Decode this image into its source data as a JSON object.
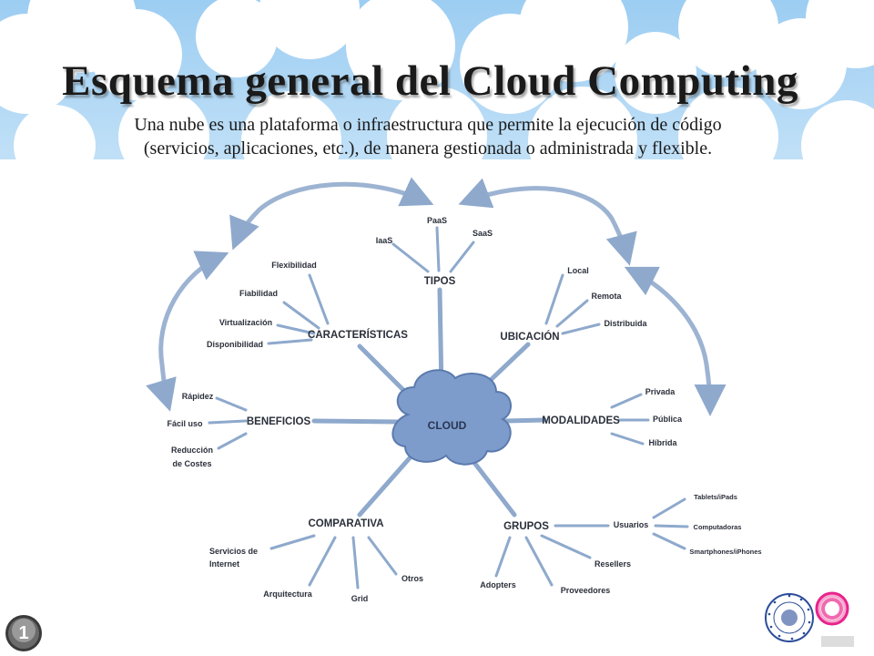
{
  "title": "Esquema general del Cloud Computing",
  "subtitle_line1": "Una nube es una plataforma o infraestructura que permite la ejecución de código",
  "subtitle_line2": "(servicios, aplicaciones, etc.), de manera gestionada o administrada y flexible.",
  "center": "CLOUD",
  "hubs": {
    "tipos": "TIPOS",
    "caracteristicas": "CARACTERÍSTICAS",
    "ubicacion": "UBICACIÓN",
    "beneficios": "BENEFICIOS",
    "modalidades": "MODALIDADES",
    "comparativa": "COMPARATIVA",
    "grupos": "GRUPOS"
  },
  "leaves": {
    "tipos": [
      "IaaS",
      "PaaS",
      "SaaS"
    ],
    "caracteristicas": [
      "Flexibilidad",
      "Fiabilidad",
      "Virtualización",
      "Disponibilidad"
    ],
    "ubicacion": [
      "Local",
      "Remota",
      "Distribuida"
    ],
    "beneficios": [
      "Rápidez",
      "Fácil uso",
      "Reducción",
      "de Costes"
    ],
    "modalidades": [
      "Privada",
      "Pública",
      "Híbrida"
    ],
    "comparativa": [
      "Servicios de",
      "Internet",
      "Arquitectura",
      "Grid",
      "Otros"
    ],
    "grupos": [
      "Adopters",
      "Proveedores",
      "Resellers",
      "Usuarios"
    ],
    "usuarios": [
      "Tablets/iPads",
      "Computadoras",
      "Smartphones/iPhones"
    ]
  },
  "slide_number": "1",
  "logo": {
    "seal_text": "LUMINE SAPIENTIA UNIVERSITAS ALMERIENSIS",
    "ring_colors": [
      "#e8238c",
      "#f06ab0",
      "#f7a8d0"
    ]
  },
  "colors": {
    "sky": "#a9d4f5",
    "cloud_white": "#ffffff",
    "connector": "#8ea9cc",
    "center_cloud": "#7d9ccc",
    "seal": "#2b4d9a"
  }
}
